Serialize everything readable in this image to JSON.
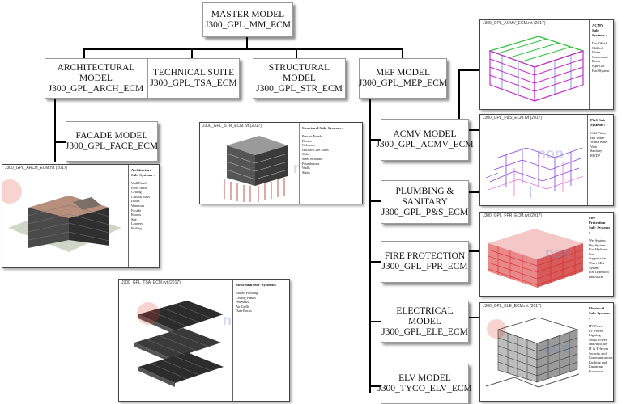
{
  "nodes": {
    "master": {
      "line1": "MASTER MODEL",
      "line2": "J300_GPL_MM_ECM"
    },
    "arch": {
      "line1": "ARCHITECTURAL",
      "line2": "MODEL",
      "line3": "J300_GPL_ARCH_ECM"
    },
    "tsa": {
      "line1": "TECHNICAL SUITE",
      "line2": "J300_GPL_TSA_ECM"
    },
    "str": {
      "line1": "STRUCTURAL MODEL",
      "line2": "J300_GPL_STR_ECM"
    },
    "mep": {
      "line1": "MEP MODEL",
      "line2": "J300_GPL_MEP_ECM"
    },
    "face": {
      "line1": "FACADE MODEL",
      "line2": "J300_GPL_FACE_ECM"
    },
    "acmv": {
      "line1": "ACMV MODEL",
      "line2": "J300_GPL_ACMV_ECM"
    },
    "ps": {
      "line1": "PLUMBING &",
      "line2": "SANITARY",
      "line3": "J300_GPL_P&S_ECM"
    },
    "fpr": {
      "line1": "FIRE PROTECTION",
      "line2": "J300_GPL_FPR_ECM"
    },
    "ele": {
      "line1": "ELECTRICAL MODEL",
      "line2": "J300_GPL_ELE_ECM"
    },
    "elv": {
      "line1": "ELV MODEL",
      "line2": "J300_TYCO_ELV_ECM"
    }
  },
  "cards": {
    "arch": {
      "caption": "J300_GPL_ARCH_ECM.rvt (2017)",
      "title": "Architecture Sub- Systems :",
      "items": [
        "Wall Panels",
        "Floor finish",
        "Ceiling",
        "Curtain walls",
        "Doors",
        "Windows",
        "Facade",
        "Rooms",
        "Site",
        "Louvers",
        "Railing"
      ]
    },
    "str": {
      "caption": "J300_GPL_STR_ECM.rvt (2017)",
      "title": "Structural Sub- Systems :",
      "items": [
        "Precast Panels",
        "Beams",
        "Columns",
        "Hollow Core Slabs",
        "Slabs",
        "Steel Structure",
        "Foundations",
        "Walls",
        "Stairs"
      ]
    },
    "tsa": {
      "caption": "J300_GPL_TSA_ECM.rvt (2017)",
      "title": "Structural Sub- Systems :",
      "items": [
        "Raised Flooring",
        "Ceiling Panels",
        "Pedestals",
        "Air Grills",
        "Data Racks"
      ]
    },
    "acmv": {
      "caption": "J300_GPL_ACMV_ECM.rvt (2017)",
      "title": "ACMV Sub- Systems :",
      "items": [
        "Duct Work",
        "Chilled Water",
        "Condensate Drain",
        "Pipe Gut",
        "Fuel System"
      ]
    },
    "ps": {
      "caption": "J300_GPL_P&S_ECM.rvt (2017)",
      "title": "P&S Sub- Systems :",
      "items": [
        "Cold Water",
        "Hot Water",
        "Waste Water",
        "Vent",
        "Sanitary",
        "RWDP"
      ]
    },
    "fpr": {
      "caption": "J300_GPL_FPR_ECM.rvt (2017)",
      "title": "Fire Protection Sub- Systems :",
      "items": [
        "Wet System",
        "Dry System",
        "Fire Hydrants",
        "Gas Suppression",
        "Water Mist System",
        "Fire Detection and Alarm"
      ]
    },
    "ele": {
      "caption": "J300_GPL_ELE_ECM.rvt (2017)",
      "title": "Electrical Sub- Systems :",
      "items": [
        "HV Power",
        "LV Power",
        "Lighting",
        "Small Power and Ancillary",
        "IT & Telecom",
        "Security and Communications",
        "Earthing and Lightning Protection"
      ]
    }
  },
  "watermark": "non",
  "colors": {
    "acmv_pipes": "#cc2bd0",
    "acmv_green": "#2bbf3b",
    "ps_pipes": "#8a3fe0",
    "fpr_pipes": "#e0232a",
    "structure": "#6a6a6a"
  }
}
